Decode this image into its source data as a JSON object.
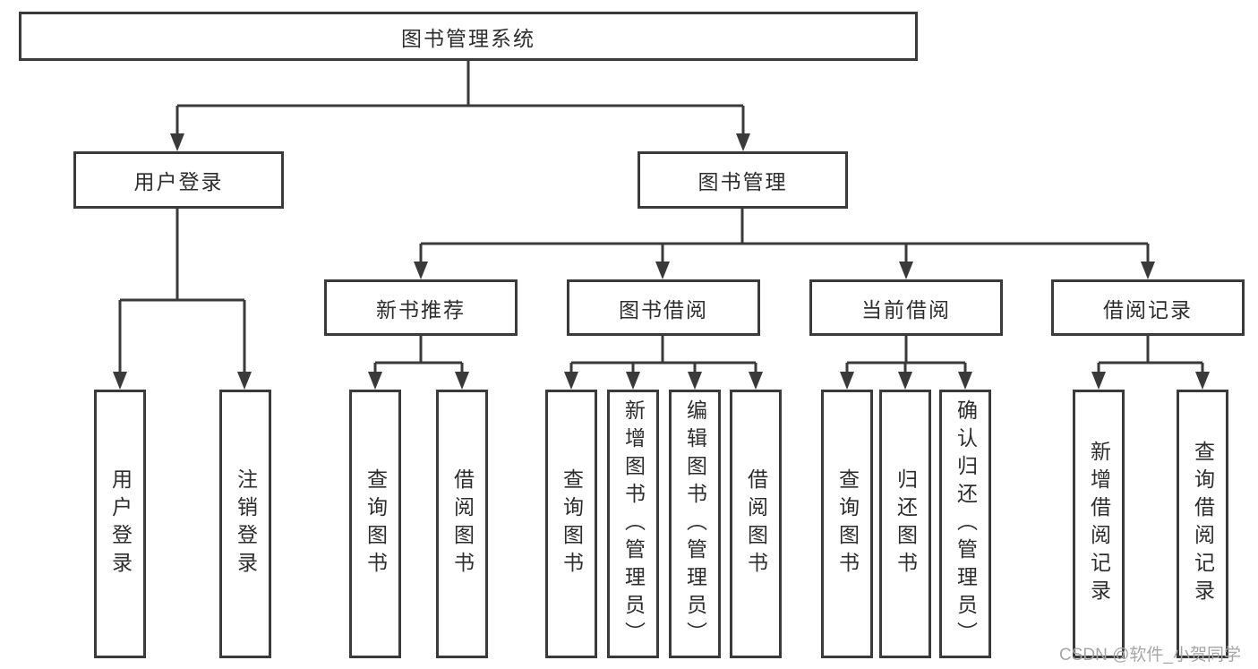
{
  "diagram": {
    "root": {
      "label": "图书管理系统"
    },
    "level1": [
      {
        "id": "user-login",
        "label": "用户登录"
      },
      {
        "id": "book-management",
        "label": "图书管理"
      }
    ],
    "level2": [
      {
        "id": "new-book-recommendation",
        "label": "新书推荐",
        "parent": "book-management"
      },
      {
        "id": "book-borrowing",
        "label": "图书借阅",
        "parent": "book-management"
      },
      {
        "id": "current-borrowing",
        "label": "当前借阅",
        "parent": "book-management"
      },
      {
        "id": "borrowing-records",
        "label": "借阅记录",
        "parent": "book-management"
      }
    ],
    "leaves": [
      {
        "label": "用户登录",
        "parent": "user-login"
      },
      {
        "label": "注销登录",
        "parent": "user-login"
      },
      {
        "label": "查询图书",
        "parent": "new-book-recommendation"
      },
      {
        "label": "借阅图书",
        "parent": "new-book-recommendation"
      },
      {
        "label": "查询图书",
        "parent": "book-borrowing"
      },
      {
        "label": "新增图书（管理员）",
        "parent": "book-borrowing"
      },
      {
        "label": "编辑图书（管理员）",
        "parent": "book-borrowing"
      },
      {
        "label": "借阅图书",
        "parent": "book-borrowing"
      },
      {
        "label": "查询图书",
        "parent": "current-borrowing"
      },
      {
        "label": "归还图书",
        "parent": "current-borrowing"
      },
      {
        "label": "确认归还（管理员）",
        "parent": "current-borrowing"
      },
      {
        "label": "新增借阅记录",
        "parent": "borrowing-records"
      },
      {
        "label": "查询借阅记录",
        "parent": "borrowing-records"
      }
    ],
    "watermark": "CSDN @软件_小贺同学",
    "colors": {
      "line": "#3a3a3a",
      "text": "#2d2d2d",
      "watermark": "#a6a6a6",
      "background": "#ffffff"
    }
  }
}
